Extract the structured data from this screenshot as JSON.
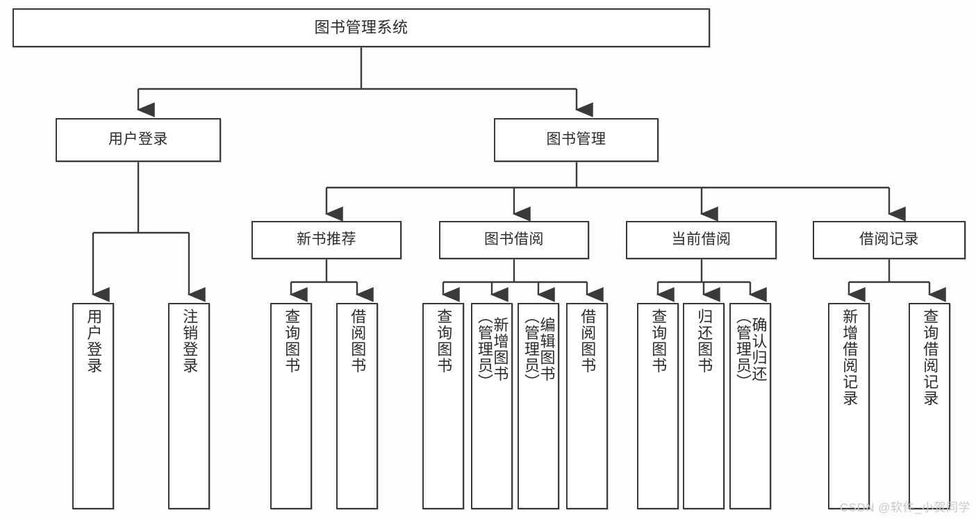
{
  "diagram": {
    "type": "tree",
    "title": "图书管理系统",
    "root": {
      "label": "图书管理系统"
    },
    "level1": [
      {
        "label": "用户登录"
      },
      {
        "label": "图书管理"
      }
    ],
    "level2": [
      {
        "label": "新书推荐"
      },
      {
        "label": "图书借阅"
      },
      {
        "label": "当前借阅"
      },
      {
        "label": "借阅记录"
      }
    ],
    "leaves": {
      "user_login": [
        {
          "label": "用户登录"
        },
        {
          "label": "注销登录"
        }
      ],
      "new_book_recommend": [
        {
          "label": "查询图书"
        },
        {
          "label": "借阅图书"
        }
      ],
      "book_borrow": [
        {
          "label": "查询图书"
        },
        {
          "label": "新增图书\n（管理员）"
        },
        {
          "label": "编辑图书\n（管理员）"
        },
        {
          "label": "借阅图书"
        }
      ],
      "current_borrow": [
        {
          "label": "查询图书"
        },
        {
          "label": "归还图书"
        },
        {
          "label": "确认归还\n（管理员）"
        }
      ],
      "borrow_record": [
        {
          "label": "新增借阅记录"
        },
        {
          "label": "查询借阅记录"
        }
      ]
    }
  },
  "watermark": {
    "text": "CSDN @软件_小贺同学"
  },
  "colors": {
    "stroke": "#3a3a3a",
    "box_fill": "#ffffff",
    "text": "#2b2b2b",
    "background": "#fdfdfd",
    "watermark": "#c9c9c9"
  }
}
